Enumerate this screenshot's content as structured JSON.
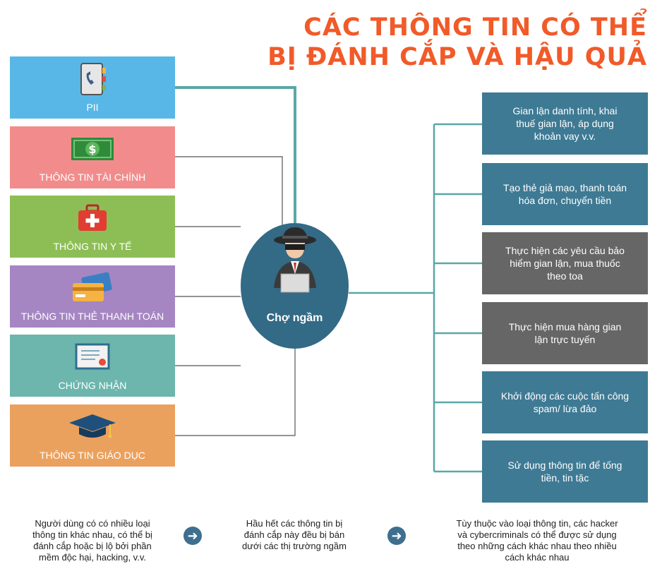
{
  "title": {
    "line1": "CÁC THÔNG TIN CÓ THỂ",
    "line2": "BỊ ĐÁNH CẮP VÀ HẬU QUẢ"
  },
  "left_boxes": [
    {
      "label": "PII",
      "icon": "phonebook-icon",
      "color": "#58b7e6"
    },
    {
      "label": "THÔNG TIN TÀI CHÍNH",
      "icon": "money-icon",
      "color": "#f28c8c"
    },
    {
      "label": "THÔNG TIN Y TẾ",
      "icon": "medical-kit-icon",
      "color": "#8dbe55"
    },
    {
      "label": "THÔNG TIN THẺ THANH TOÁN",
      "icon": "credit-card-icon",
      "color": "#a586c2"
    },
    {
      "label": "CHỨNG NHẬN",
      "icon": "certificate-icon",
      "color": "#6cb6ad"
    },
    {
      "label": "THÔNG TIN GIÁO DỤC",
      "icon": "graduation-cap-icon",
      "color": "#eba15e"
    }
  ],
  "center": {
    "label": "Chợ ngầm",
    "icon": "hacker-icon",
    "color": "#336a86"
  },
  "right_boxes": [
    {
      "text": "Gian lận danh tính, khai\nthuế gian lận, áp dụng\nkhoản vay v.v.",
      "color": "#3e7a94"
    },
    {
      "text": "Tạo thẻ giả mạo, thanh toán\nhóa đơn, chuyển tiền",
      "color": "#3e7a94"
    },
    {
      "text": "Thực hiện các yêu cầu bảo\nhiểm gian lận, mua thuốc\ntheo toa",
      "color": "#666666"
    },
    {
      "text": "Thực hiện mua hàng gian\nlận trực tuyến",
      "color": "#666666"
    },
    {
      "text": "Khởi động các cuộc tấn công\nspam/ lừa đảo",
      "color": "#3e7a94"
    },
    {
      "text": "Sử dụng thông tin để tống\ntiền, tin tặc",
      "color": "#3e7a94"
    }
  ],
  "footer": {
    "col1": "Người dùng có có nhiều loại\nthông tin khác nhau, có thể bị\nđánh cắp hoặc bị lộ bởi phần\nmềm độc hại, hacking, v.v.",
    "col2": "Hầu hết các thông tin bị\nđánh cắp này đều bị bán\ndưới các thị trường ngầm",
    "col3": "Tùy thuộc vào loại thông tin, các hacker\nvà cybercriminals có thể được sử dụng\ntheo những cách khác nhau theo nhiều\ncách khác nhau",
    "arrow_icon": "arrow-right-circle-icon"
  }
}
